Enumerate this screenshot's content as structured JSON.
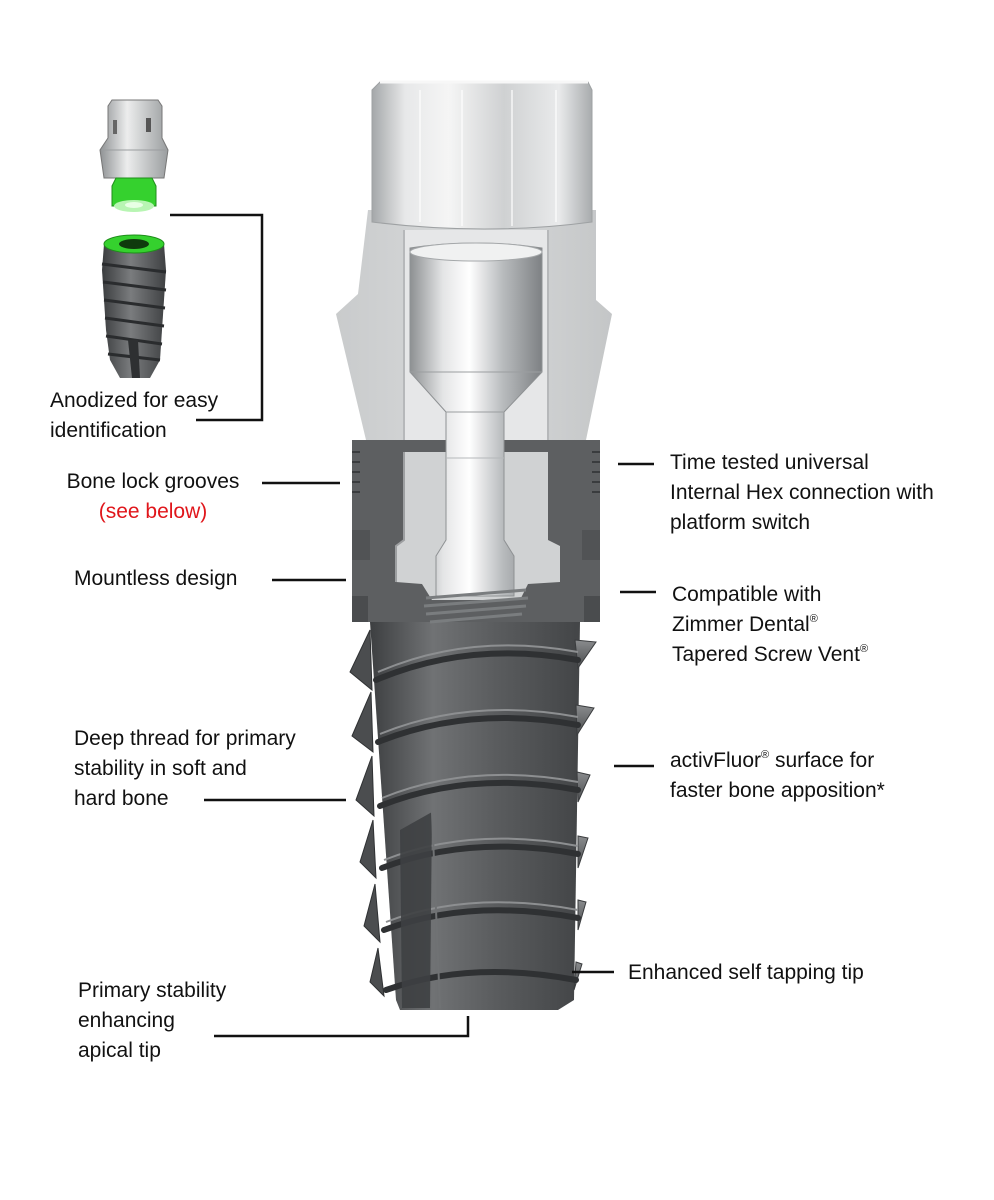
{
  "colors": {
    "anodize_green": "#35d12e",
    "titanium_light": "#d9dbdc",
    "implant_dark": "#5f6163",
    "callout_red": "#e0161b"
  },
  "labels": {
    "anodized": [
      "Anodized for easy",
      "identification"
    ],
    "bone_lock": [
      "Bone lock grooves"
    ],
    "see_below": "(see below)",
    "mountless": [
      "Mountless design"
    ],
    "deep_thread": [
      "Deep thread for primary",
      "stability in soft and",
      "hard bone"
    ],
    "primary_stability": [
      "Primary stability",
      "enhancing",
      "apical tip"
    ],
    "internal_hex": [
      "Time tested universal",
      "Internal Hex connection with",
      "platform switch"
    ],
    "compatible": {
      "line1": "Compatible with",
      "line2": "Zimmer Dental",
      "line3": "Tapered Screw Vent",
      "reg": "®"
    },
    "activfluor": {
      "line1_a": "activFluor",
      "reg": "®",
      "line1_b": " surface for",
      "line2": "faster bone apposition*"
    },
    "self_tapping": [
      "Enhanced self tapping tip"
    ]
  }
}
